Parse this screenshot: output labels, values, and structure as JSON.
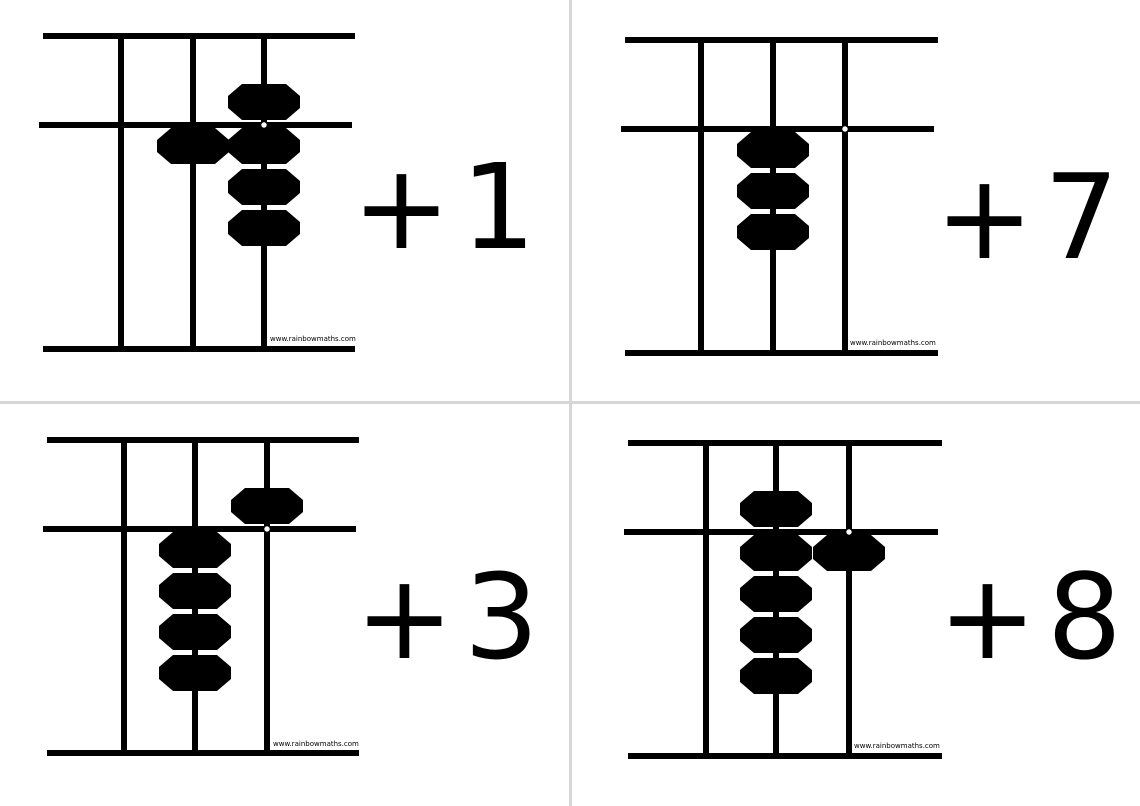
{
  "cards": [
    {
      "expression": "+1",
      "watermark": "www.rainbowmaths.com",
      "rods": [
        {
          "upper_beads": 0,
          "lower_beads": 0
        },
        {
          "upper_beads": 0,
          "lower_beads": 1
        },
        {
          "upper_beads": 1,
          "lower_beads": 3
        }
      ]
    },
    {
      "expression": "+7",
      "watermark": "www.rainbowmaths.com",
      "rods": [
        {
          "upper_beads": 0,
          "lower_beads": 0
        },
        {
          "upper_beads": 0,
          "lower_beads": 3
        },
        {
          "upper_beads": 0,
          "lower_beads": 0
        }
      ]
    },
    {
      "expression": "+3",
      "watermark": "www.rainbowmaths.com",
      "rods": [
        {
          "upper_beads": 0,
          "lower_beads": 0
        },
        {
          "upper_beads": 0,
          "lower_beads": 4
        },
        {
          "upper_beads": 1,
          "lower_beads": 0
        }
      ]
    },
    {
      "expression": "+8",
      "watermark": "www.rainbowmaths.com",
      "rods": [
        {
          "upper_beads": 0,
          "lower_beads": 0
        },
        {
          "upper_beads": 1,
          "lower_beads": 4
        },
        {
          "upper_beads": 0,
          "lower_beads": 1
        }
      ]
    }
  ],
  "colors": {
    "ink": "#000000",
    "background": "#ffffff",
    "divider": "#d6d6d6"
  }
}
